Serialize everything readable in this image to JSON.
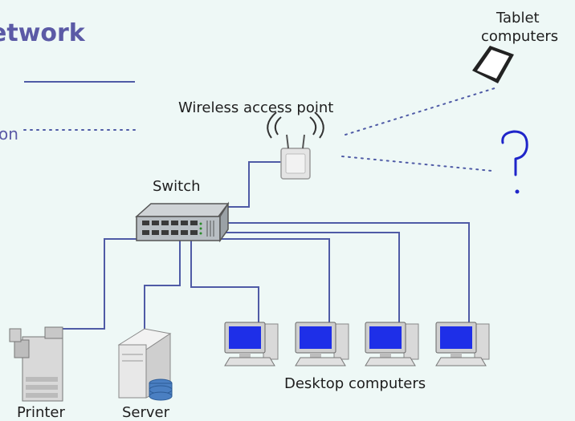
{
  "title_fragment": "etwork",
  "legend": {
    "wired_label": "",
    "wireless_label_fragment": "on"
  },
  "labels": {
    "wireless_access_point": "Wireless access point",
    "switch": "Switch",
    "tablet_line1": "Tablet",
    "tablet_line2": "computers",
    "desktop_computers": "Desktop computers",
    "printer": "Printer",
    "server": "Server"
  },
  "annotation": {
    "handwritten_mark": "?"
  },
  "colors": {
    "background": "#eef8f6",
    "wire": "#4f5ba6",
    "title": "#5b5aa6",
    "annotation": "#1f25c9"
  }
}
